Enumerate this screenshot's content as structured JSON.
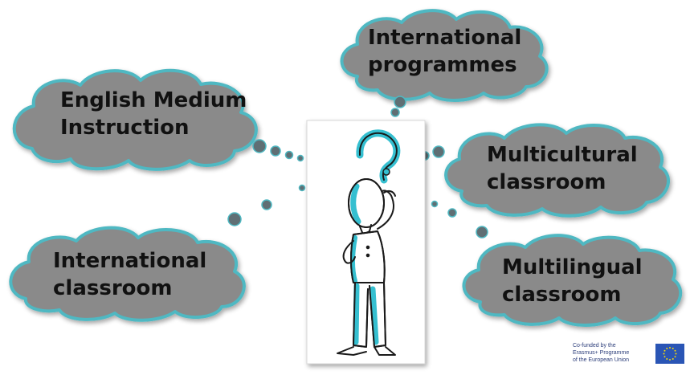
{
  "clouds": [
    {
      "id": "emi",
      "lines": [
        "English Medium",
        "Instruction"
      ]
    },
    {
      "id": "intl-programmes",
      "lines": [
        "International",
        "programmes"
      ]
    },
    {
      "id": "multicultural",
      "lines": [
        "Multicultural",
        "classroom"
      ]
    },
    {
      "id": "intl-classroom",
      "lines": [
        "International",
        "classroom"
      ]
    },
    {
      "id": "multilingual",
      "lines": [
        "Multilingual",
        "classroom"
      ]
    }
  ],
  "footer": {
    "lines": [
      "Co-funded by the",
      "Erasmus+ Programme",
      "of the European Union"
    ]
  },
  "colors": {
    "cloud_fill": "#8a8a8a",
    "cloud_outline": "#4fb8c2",
    "bubble_fill": "#5f6f74",
    "figure_accent": "#35bfd0",
    "eu_blue": "#2a55b5",
    "eu_star": "#f5d90a"
  },
  "icons": [
    "person-thinking-icon",
    "question-mark-icon",
    "eu-flag-icon"
  ]
}
